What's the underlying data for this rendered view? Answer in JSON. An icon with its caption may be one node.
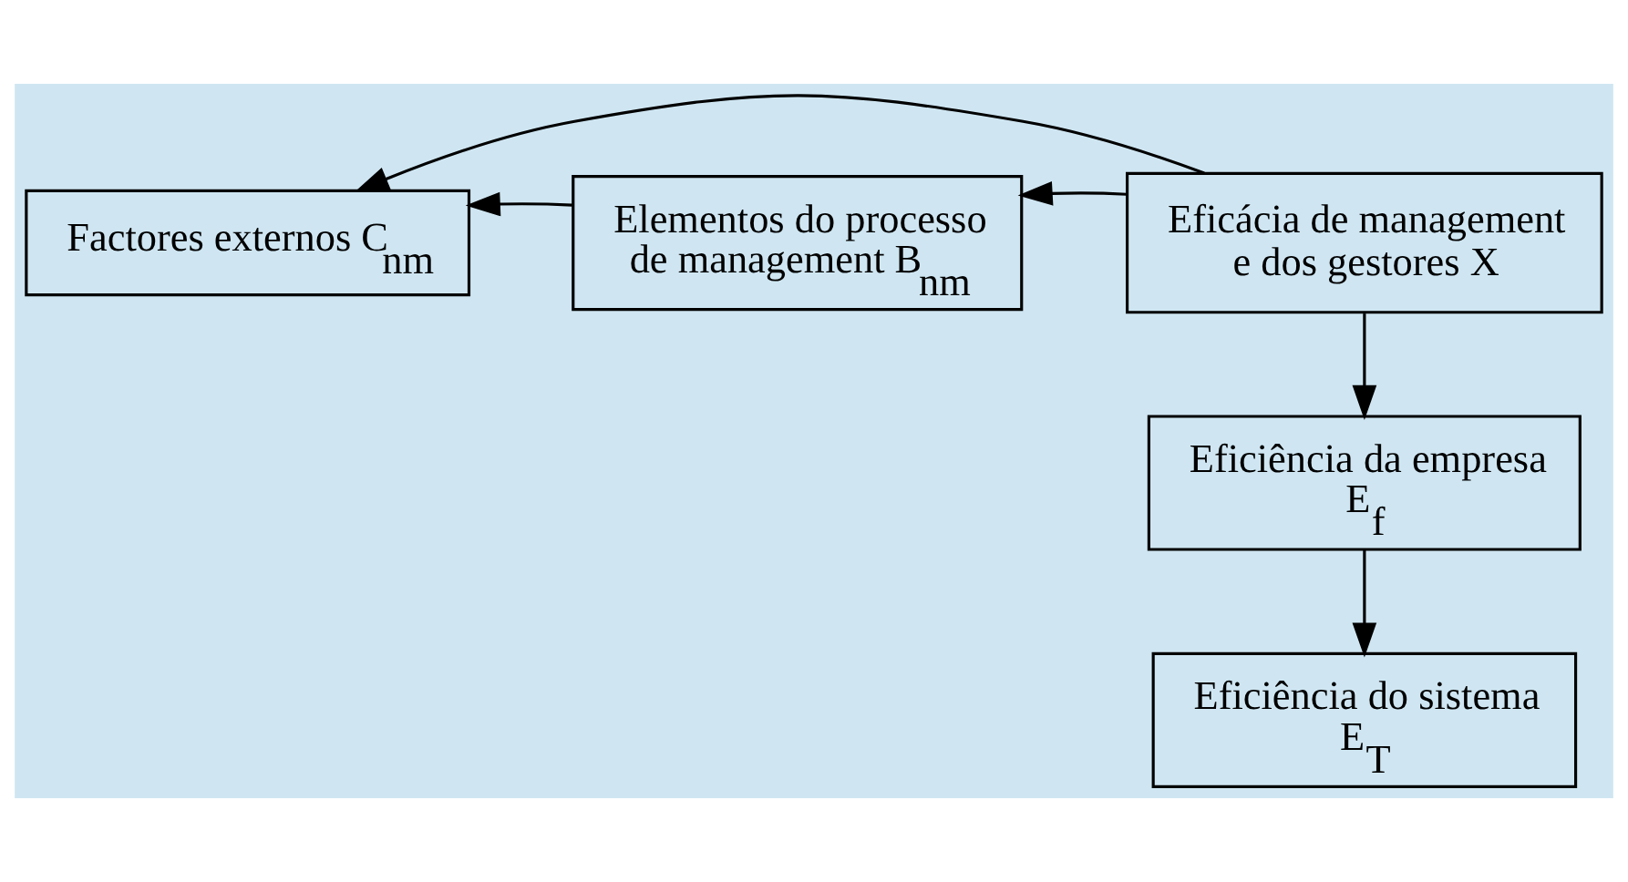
{
  "diagram": {
    "nodes": [
      {
        "text": [
          "Factores externos C$_{nm}$"
        ]
      },
      {
        "text": [
          "Elementos do processo de management B$_{nm}$"
        ]
      },
      {
        "text": [
          "Eficácia de management e dos gestores X"
        ]
      },
      {
        "text": [
          "Eficiência da empresa E$_{f}$"
        ]
      },
      {
        "text": [
          "Eficiência do sistema E$_{T}$"
        ]
      }
    ],
    "edges": [
      {
        "from": 2,
        "to": 1,
        "arrow": "to"
      },
      {
        "from": 1,
        "to": 0,
        "arrow": "to"
      },
      {
        "from": 2,
        "to": 0,
        "arrow": "to"
      },
      {
        "from": 2,
        "to": 3,
        "arrow": "to"
      },
      {
        "from": 3,
        "to": 4,
        "arrow": "to"
      }
    ]
  }
}
